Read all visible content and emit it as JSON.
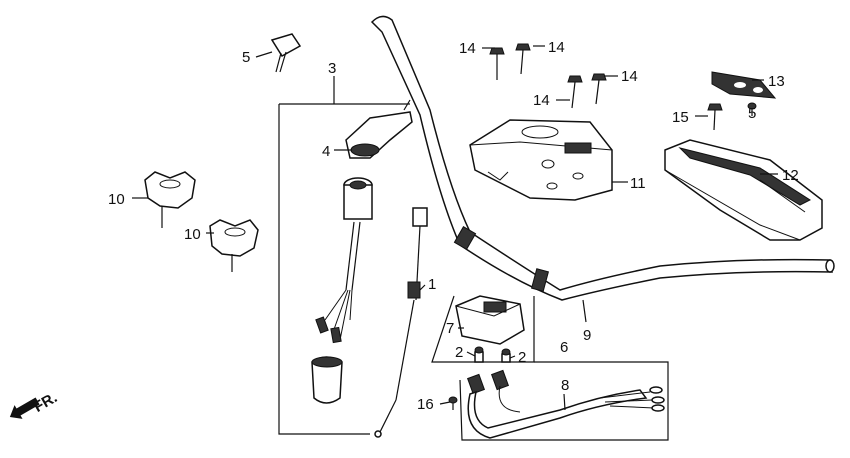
{
  "labels": {
    "p1": "1",
    "p2a": "2",
    "p2b": "2",
    "p3": "3",
    "p4": "4",
    "p5a": "5",
    "p5b": "5",
    "p6": "6",
    "p7": "7",
    "p8": "8",
    "p9": "9",
    "p10a": "10",
    "p10b": "10",
    "p11": "11",
    "p12": "12",
    "p13": "13",
    "p14a": "14",
    "p14b": "14",
    "p14c": "14",
    "p14d": "14",
    "p15": "15",
    "p16": "16"
  },
  "direction_label": "FR.",
  "icons": {
    "direction_arrow": "front-arrow-icon"
  }
}
